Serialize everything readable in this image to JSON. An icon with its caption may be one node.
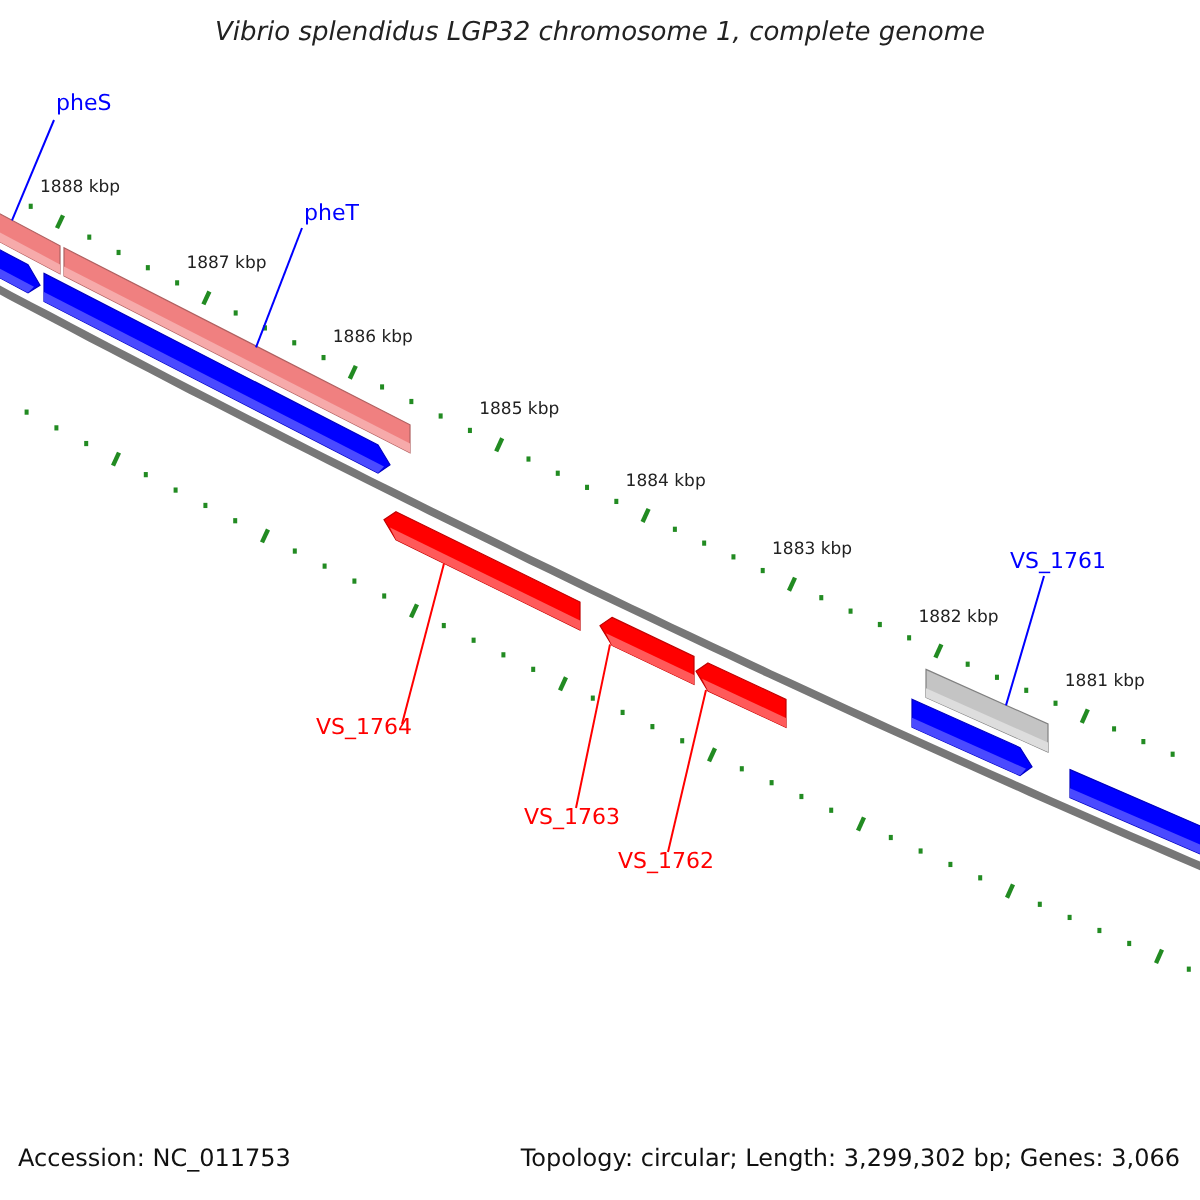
{
  "diagram": {
    "title": "Vibrio splendidus LGP32 chromosome 1, complete genome",
    "nodes": [
      {
        "text": [
          "pheS"
        ]
      },
      {
        "text": [
          "pheT"
        ]
      },
      {
        "text": [
          "VS_1764"
        ]
      },
      {
        "text": [
          "VS_1763"
        ]
      },
      {
        "text": [
          "VS_1762"
        ]
      },
      {
        "text": [
          "VS_1761"
        ]
      },
      {
        "text": [],
        "shape": "bar"
      },
      {
        "text": [],
        "shape": "bar"
      },
      {
        "text": [],
        "shape": "pentagon"
      },
      {
        "text": [],
        "shape": "pentagon"
      },
      {
        "text": [],
        "shape": "pentagon"
      },
      {
        "text": [],
        "shape": "pentagon"
      },
      {
        "text": [],
        "shape": "pentagon"
      },
      {
        "text": [],
        "shape": "bar"
      },
      {
        "text": [],
        "shape": "pentagon"
      },
      {
        "text": [],
        "shape": "bar"
      }
    ],
    "edges": [
      {
        "from": 0,
        "to": 6,
        "arrow": "none",
        "color": "#0000ff"
      },
      {
        "from": 1,
        "to": 7,
        "arrow": "none",
        "color": "#0000ff"
      },
      {
        "from": 2,
        "to": 10,
        "arrow": "none",
        "color": "#ff0000"
      },
      {
        "from": 3,
        "to": 11,
        "arrow": "none",
        "color": "#ff0000"
      },
      {
        "from": 4,
        "to": 12,
        "arrow": "none",
        "color": "#ff0000"
      },
      {
        "from": 5,
        "to": 13,
        "arrow": "none",
        "color": "#0000ff"
      }
    ],
    "labels": [
      "1888 kbp",
      "1887 kbp",
      "1886 kbp",
      "1885 kbp",
      "1884 kbp",
      "1883 kbp",
      "1882 kbp",
      "1881 kbp",
      "Accession: NC_011753",
      "Topology: circular; Length: 3,299,302 bp; Genes: 3,066"
    ]
  }
}
